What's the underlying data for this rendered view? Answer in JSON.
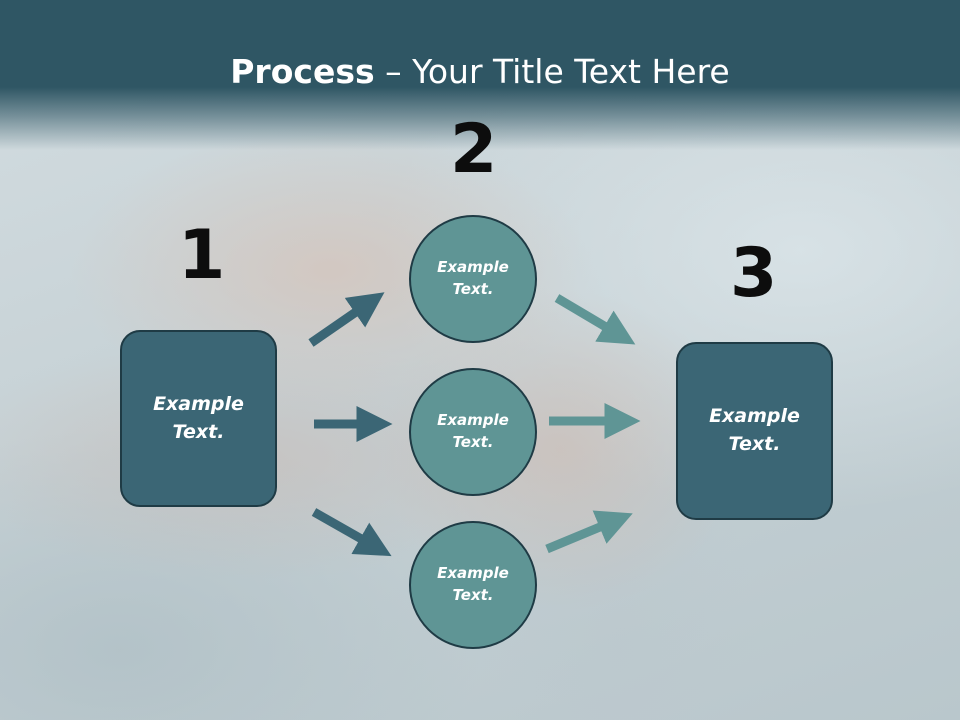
{
  "header": {
    "title_bold": "Process",
    "title_rest": " – Your Title Text Here"
  },
  "steps": {
    "one": "1",
    "two": "2",
    "three": "3"
  },
  "nodes": {
    "left_box": "Example\nText.",
    "circle_top": "Example\nText.",
    "circle_middle": "Example\nText.",
    "circle_bottom": "Example\nText.",
    "right_box": "Example\nText."
  },
  "colors": {
    "header": "#2f5664",
    "box": "#3b6675",
    "circle": "#5f9595",
    "left_arrows": "#3b6675",
    "right_arrows": "#5f9595"
  }
}
